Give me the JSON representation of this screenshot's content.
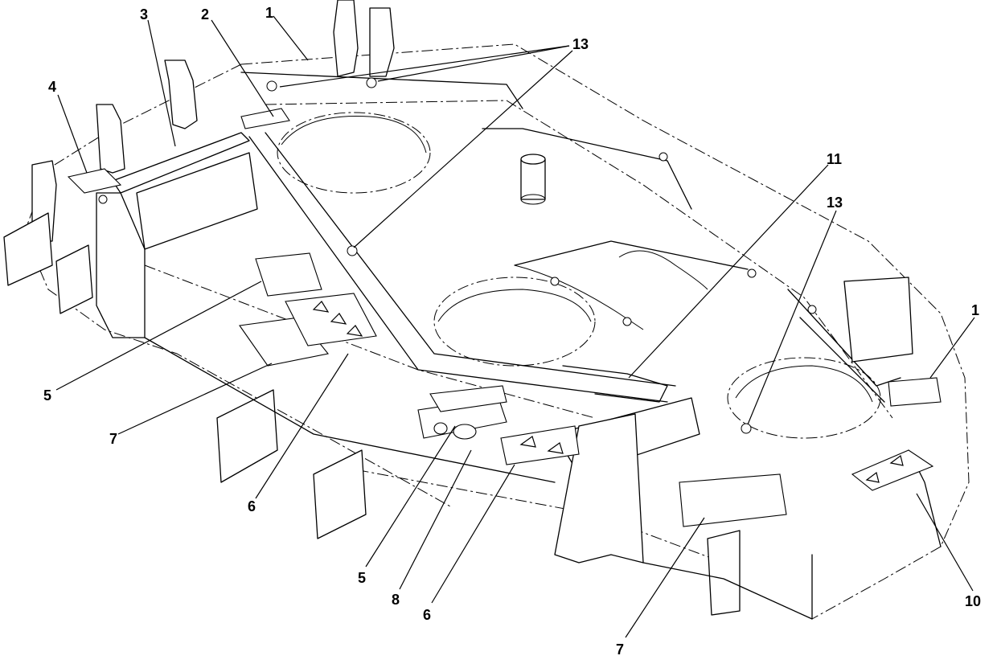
{
  "callouts": [
    {
      "id": "c1-top",
      "label": "1"
    },
    {
      "id": "c2",
      "label": "2"
    },
    {
      "id": "c3",
      "label": "3"
    },
    {
      "id": "c4",
      "label": "4"
    },
    {
      "id": "c13-top",
      "label": "13"
    },
    {
      "id": "c11",
      "label": "11"
    },
    {
      "id": "c13-right",
      "label": "13"
    },
    {
      "id": "c1-right",
      "label": "1"
    },
    {
      "id": "c5-left",
      "label": "5"
    },
    {
      "id": "c7-left",
      "label": "7"
    },
    {
      "id": "c6-left",
      "label": "6"
    },
    {
      "id": "c5-mid",
      "label": "5"
    },
    {
      "id": "c8",
      "label": "8"
    },
    {
      "id": "c6-mid",
      "label": "6"
    },
    {
      "id": "c7-bottom",
      "label": "7"
    },
    {
      "id": "c10",
      "label": "10"
    }
  ]
}
